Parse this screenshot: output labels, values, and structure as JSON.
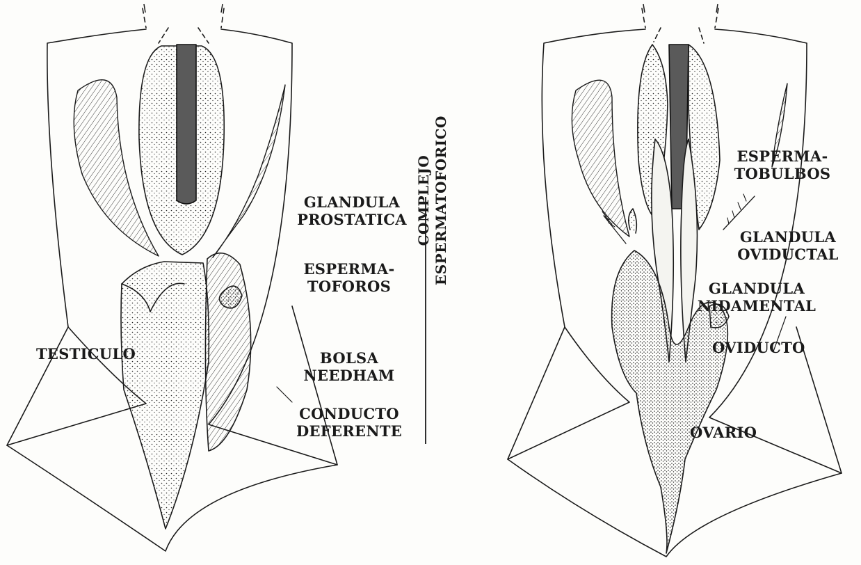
{
  "colors": {
    "ink": "#1a1a1a",
    "paper": "#fdfdfb"
  },
  "male_figure": {
    "testiculo": "TESTICULO",
    "glandula_prostatica": [
      "GLANDULA",
      "PROSTATICA"
    ],
    "espermatoforos": [
      "ESPERMA-",
      "TOFOROS"
    ],
    "bolsa_needham": [
      "BOLSA",
      "NEEDHAM"
    ],
    "conducto_deferente": [
      "CONDUCTO",
      "DEFERENTE"
    ],
    "complejo_espermatoforico": [
      "COMPLEJO",
      "ESPERMATOFORICO"
    ]
  },
  "female_figure": {
    "espermatobulbos": [
      "ESPERMA-",
      "TOBULBOS"
    ],
    "glandula_oviductal": [
      "GLANDULA",
      "OVIDUCTAL"
    ],
    "glandula_nidamental": [
      "GLANDULA",
      "NIDAMENTAL"
    ],
    "oviducto": "OVIDUCTO",
    "ovario": "OVARIO"
  }
}
